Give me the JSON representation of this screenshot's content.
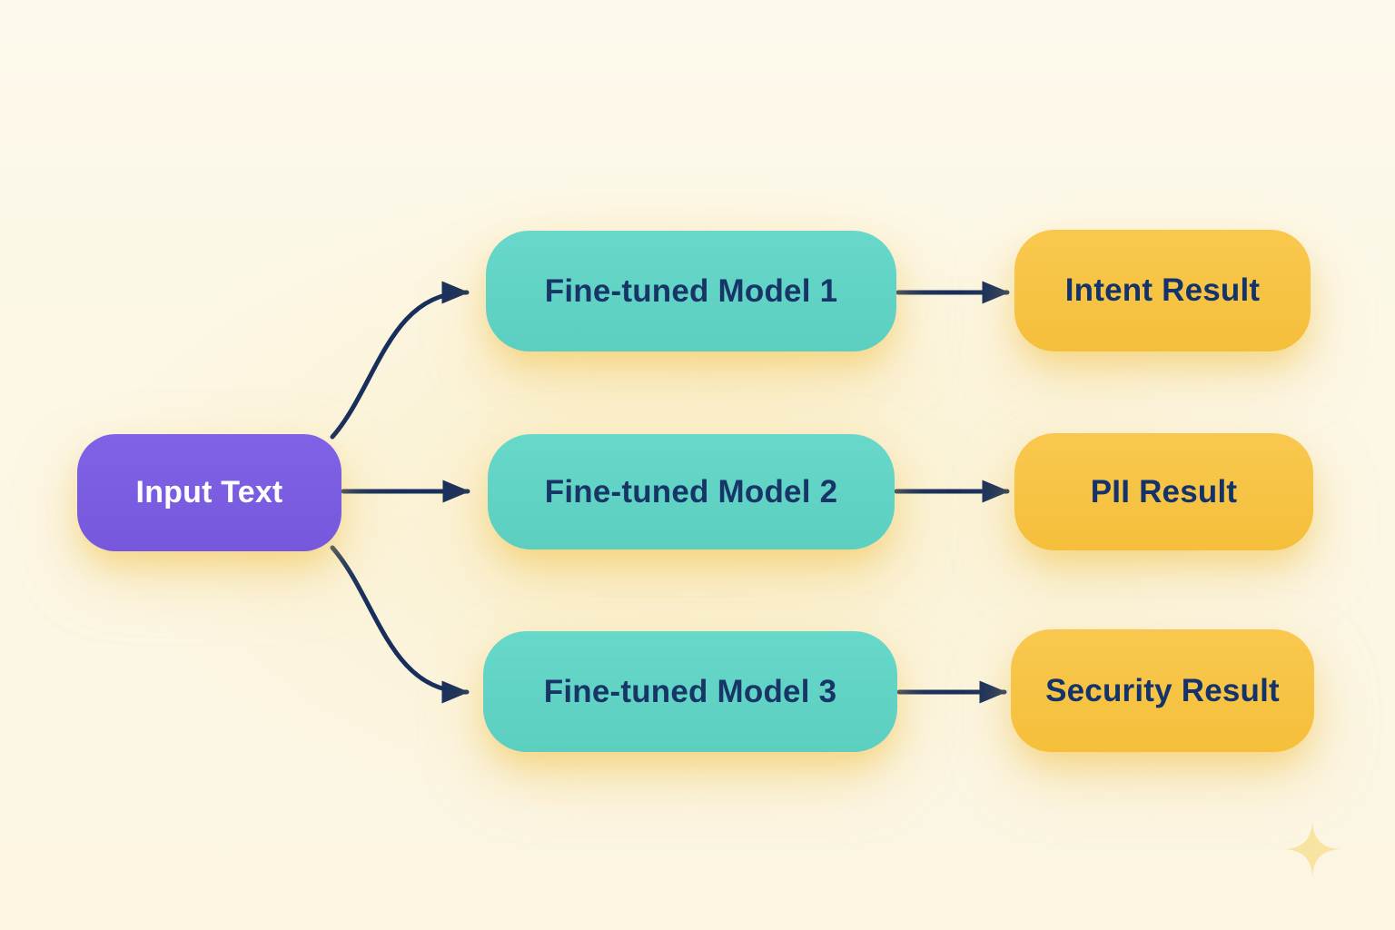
{
  "diagram": {
    "description": "Flow diagram: one input fans out to three fine-tuned models, each producing a result",
    "nodes": {
      "input": {
        "label": "Input Text"
      },
      "model1": {
        "label": "Fine-tuned Model 1"
      },
      "model2": {
        "label": "Fine-tuned Model 2"
      },
      "model3": {
        "label": "Fine-tuned Model 3"
      },
      "result1": {
        "label": "Intent Result"
      },
      "result2": {
        "label": "PII Result"
      },
      "result3": {
        "label": "Security Result"
      }
    },
    "edges": [
      {
        "from": "input",
        "to": "model1"
      },
      {
        "from": "input",
        "to": "model2"
      },
      {
        "from": "input",
        "to": "model3"
      },
      {
        "from": "model1",
        "to": "result1"
      },
      {
        "from": "model2",
        "to": "result2"
      },
      {
        "from": "model3",
        "to": "result3"
      }
    ],
    "colors": {
      "background": "#FCF7E6",
      "input_node": "#7A5DE0",
      "model_node": "#62D4C6",
      "result_node": "#F7C342",
      "arrow": "#182F5C",
      "dark_text": "#173567",
      "input_text": "#FFFFFF",
      "glow": "#F2C658",
      "sparkle": "#F8E3A0"
    }
  }
}
